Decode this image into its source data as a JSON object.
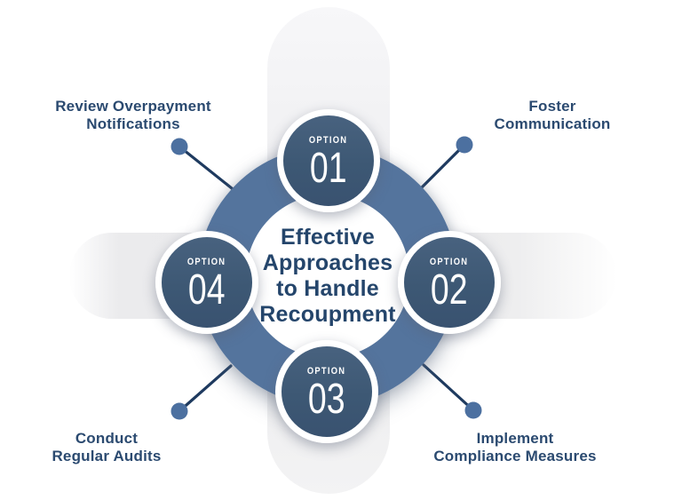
{
  "title": {
    "line1": "Effective",
    "line2": "Approaches",
    "line3": "to Handle",
    "line4": "Recoupment"
  },
  "options": [
    {
      "tag": "OPTION",
      "number": "01",
      "position": "top"
    },
    {
      "tag": "OPTION",
      "number": "02",
      "position": "right"
    },
    {
      "tag": "OPTION",
      "number": "03",
      "position": "bottom"
    },
    {
      "tag": "OPTION",
      "number": "04",
      "position": "left"
    }
  ],
  "callouts": [
    {
      "line1": "Review Overpayment",
      "line2": "Notifications",
      "position": "top-left"
    },
    {
      "line1": "Foster",
      "line2": "Communication",
      "position": "top-right"
    },
    {
      "line1": "Conduct",
      "line2": "Regular Audits",
      "position": "bottom-left"
    },
    {
      "line1": "Implement",
      "line2": "Compliance Measures",
      "position": "bottom-right"
    }
  ],
  "colors": {
    "option_circle": "#3d5874",
    "ring": "#54749d",
    "connector_line": "#1e3a5f",
    "connector_dot": "#4c70a0",
    "title_text": "#24456b",
    "label_text": "#2b4a70",
    "band_gray": "#ececee"
  }
}
